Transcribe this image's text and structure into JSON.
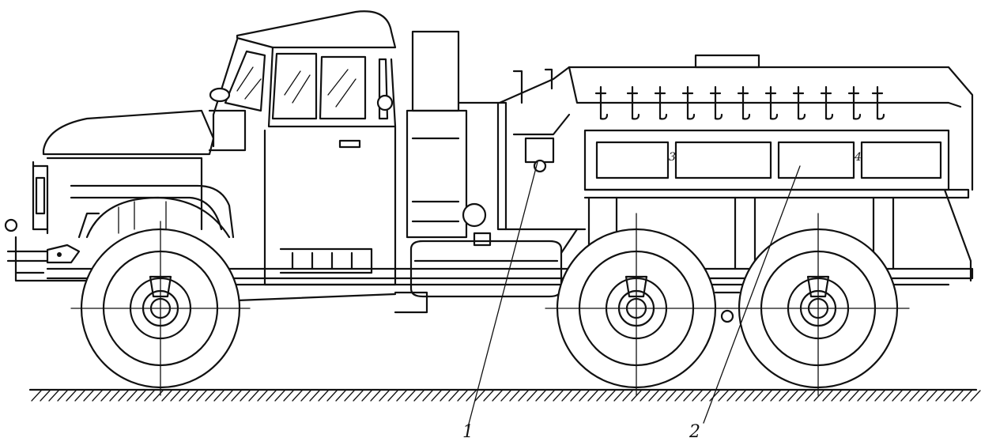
{
  "figure": {
    "callouts": [
      {
        "id": "1",
        "text": "1"
      },
      {
        "id": "2",
        "text": "2"
      }
    ],
    "panel_numbers": [
      {
        "id": "3",
        "text": "3"
      },
      {
        "id": "4",
        "text": "4"
      }
    ]
  }
}
